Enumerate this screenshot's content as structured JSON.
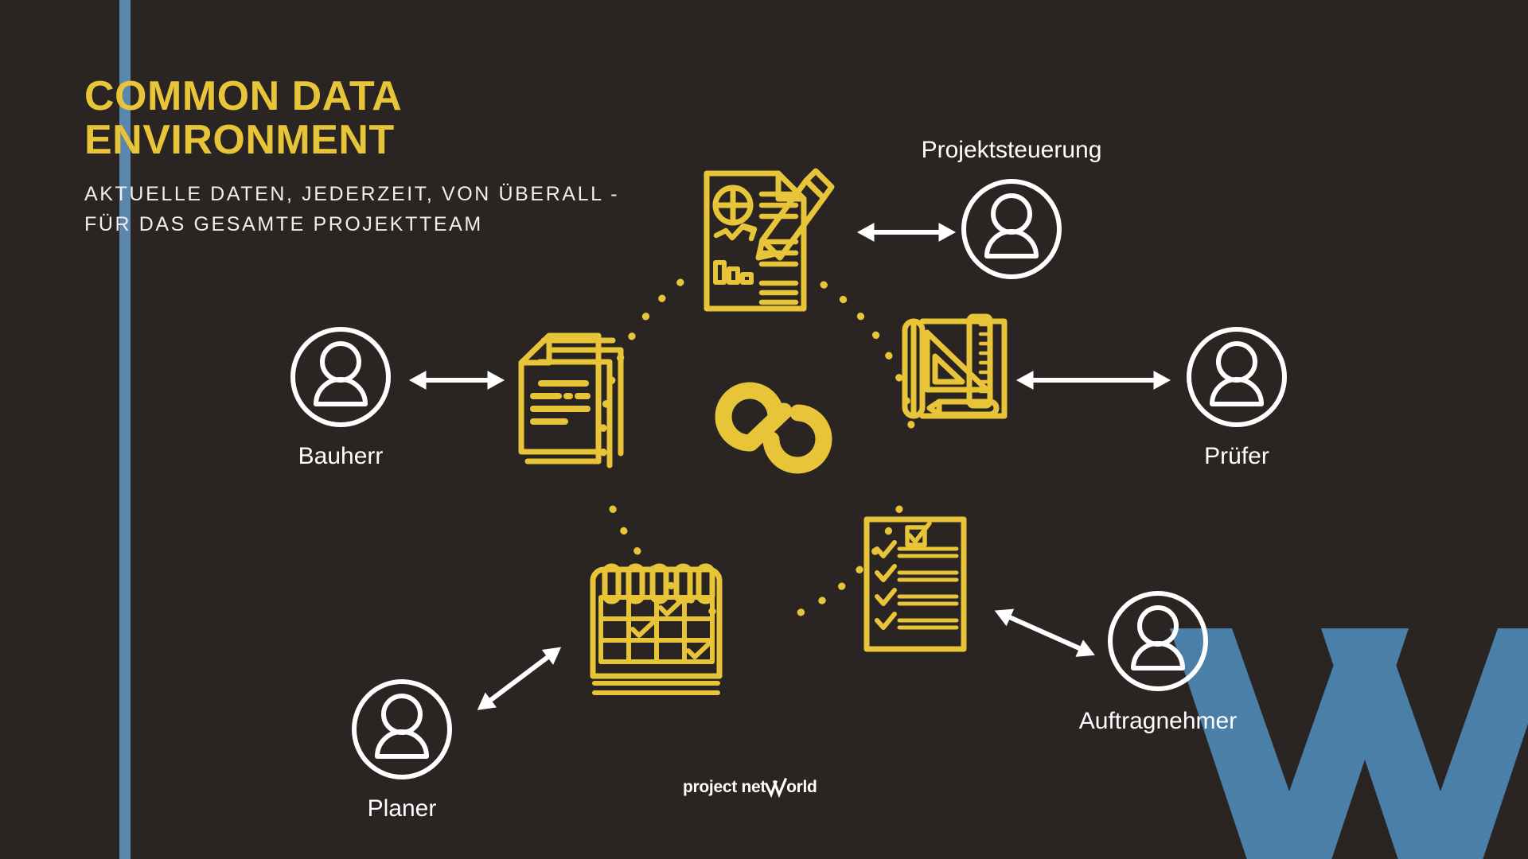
{
  "slide": {
    "title": "COMMON DATA ENVIRONMENT",
    "subtitle": "AKTUELLE DATEN, JEDERZEIT, VON ÜBERALL - FÜR DAS GESAMTE PROJEKTTEAM",
    "background_color": "#2a2523",
    "accent_yellow": "#e8c438",
    "accent_blue": "#5b87ad",
    "text_white": "#ffffff"
  },
  "footer": {
    "logo_text_1": "project net",
    "logo_text_2": "orld",
    "logo_full": "project netWorld"
  },
  "diagram": {
    "center_icon": "link-icon",
    "nodes": [
      {
        "id": "report",
        "icon": "report-document-icon",
        "label": ""
      },
      {
        "id": "blueprint",
        "icon": "blueprint-icon",
        "label": ""
      },
      {
        "id": "checklist",
        "icon": "checklist-icon",
        "label": ""
      },
      {
        "id": "calendar",
        "icon": "calendar-icon",
        "label": ""
      },
      {
        "id": "documents",
        "icon": "documents-stack-icon",
        "label": ""
      }
    ],
    "actors": [
      {
        "id": "projektsteuerung",
        "label": "Projektsteuerung",
        "icon": "person-circle-icon",
        "label_position": "above"
      },
      {
        "id": "pruefer",
        "label": "Prüfer",
        "icon": "person-circle-icon",
        "label_position": "below"
      },
      {
        "id": "auftragnehmer",
        "label": "Auftragnehmer",
        "icon": "person-circle-icon",
        "label_position": "below"
      },
      {
        "id": "planer",
        "label": "Planer",
        "icon": "person-circle-icon",
        "label_position": "below"
      },
      {
        "id": "bauherr",
        "label": "Bauherr",
        "icon": "person-circle-icon",
        "label_position": "below"
      }
    ],
    "connectors": [
      {
        "id": "report-projektsteuerung",
        "type": "double-arrow"
      },
      {
        "id": "blueprint-pruefer",
        "type": "double-arrow"
      },
      {
        "id": "checklist-auftragnehmer",
        "type": "double-arrow"
      },
      {
        "id": "calendar-planer",
        "type": "double-arrow"
      },
      {
        "id": "bauherr-documents",
        "type": "double-arrow"
      }
    ]
  }
}
